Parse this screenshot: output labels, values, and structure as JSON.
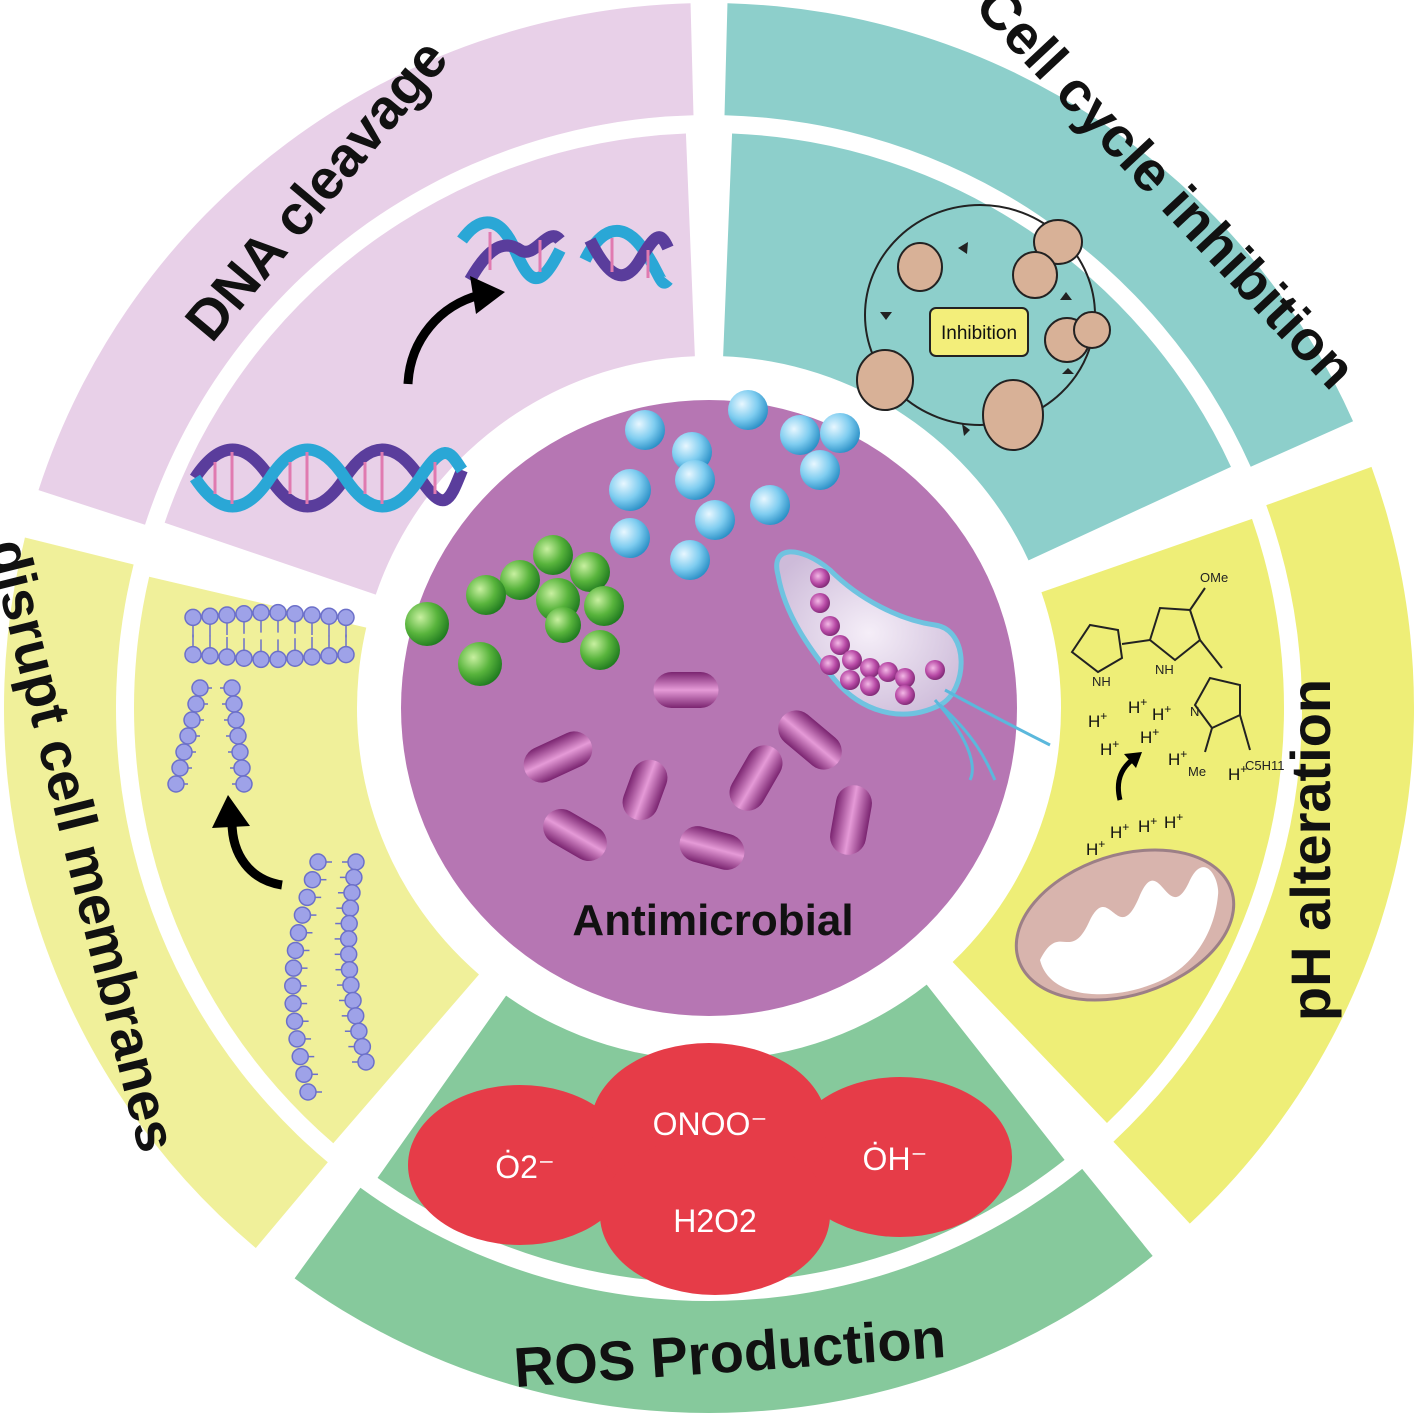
{
  "center": {
    "label": "Antimicrobial"
  },
  "sectors": {
    "dna": {
      "label": "DNA cleavage"
    },
    "cell_cycle": {
      "label": "Cell cycle inhibition",
      "box_label": "Inhibition"
    },
    "ph": {
      "label": "pH alteration",
      "h_ion": "H",
      "superscript": "+",
      "chem_ome": "OMe",
      "chem_nh": "NH",
      "chem_n": "N",
      "chem_me": "Me",
      "chem_c5h11": "C5H11"
    },
    "ros": {
      "label": "ROS Production",
      "species": {
        "superoxide": "Ȯ2⁻",
        "peroxynitrite": "ONOO⁻",
        "hydroxyl": "ȮH⁻",
        "peroxide": "H2O2"
      }
    },
    "membrane": {
      "label": "disrupt cell membranes"
    }
  },
  "colors": {
    "pink": "#e8d0e8",
    "teal": "#8dcfcb",
    "yellow": "#eeee77",
    "yellow_light": "#f0f09a",
    "green": "#86c99c",
    "center": "#b676b3",
    "ros_red": "#e63c48"
  }
}
